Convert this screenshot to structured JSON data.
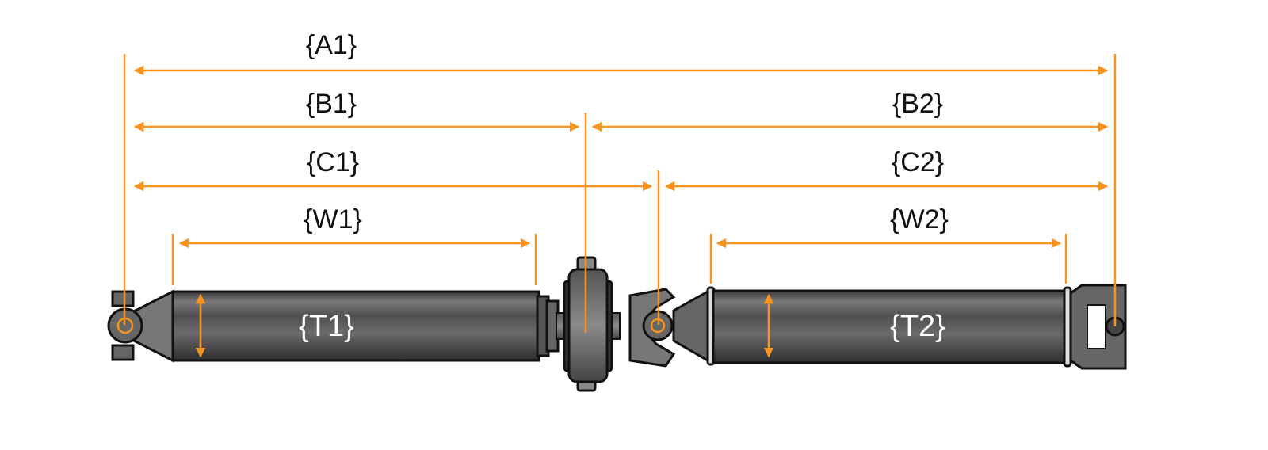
{
  "diagram": {
    "labels": {
      "a1": "{A1}",
      "b1": "{B1}",
      "b2": "{B2}",
      "c1": "{C1}",
      "c2": "{C2}",
      "w1": "{W1}",
      "w2": "{W2}",
      "t1": "{T1}",
      "t2": "{T2}"
    },
    "colors": {
      "dimension": "#f7931e",
      "tube": "#4a4a4c",
      "outline": "#111111"
    }
  }
}
